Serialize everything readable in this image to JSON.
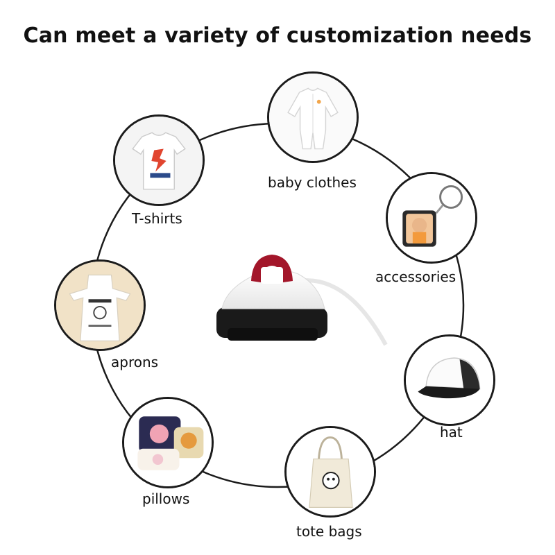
{
  "title": "Can meet a variety of customization needs",
  "items": [
    {
      "label": "T-shirts",
      "icon": "tshirt-icon"
    },
    {
      "label": "baby clothes",
      "icon": "baby-clothes-icon"
    },
    {
      "label": "accessories",
      "icon": "keychain-icon"
    },
    {
      "label": "aprons",
      "icon": "apron-icon"
    },
    {
      "label": "hat",
      "icon": "cap-icon"
    },
    {
      "label": "pillows",
      "icon": "pillow-icon"
    },
    {
      "label": "tote bags",
      "icon": "tote-bag-icon"
    }
  ],
  "center": {
    "icon": "heat-press-icon"
  },
  "colors": {
    "ring": "#1b1b1b",
    "accent": "#a3162a",
    "base": "#1a1a1a"
  }
}
